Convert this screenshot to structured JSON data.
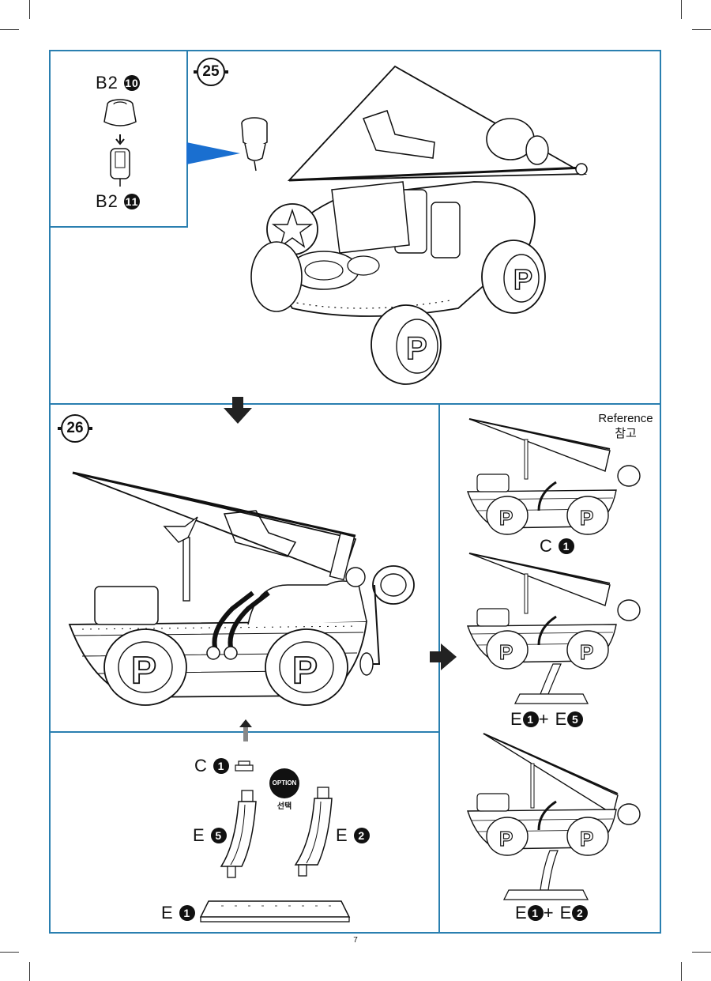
{
  "page_number": "7",
  "steps": {
    "s25": {
      "number": "25",
      "detail_top_label": "B2",
      "detail_top_num": "10",
      "detail_bottom_label": "B2",
      "detail_bottom_num": "11"
    },
    "s26": {
      "number": "26"
    }
  },
  "reference": {
    "title": "Reference",
    "subtitle": "참고"
  },
  "variants": [
    {
      "part": "C",
      "num": "1"
    },
    {
      "part1": "E",
      "num1": "1",
      "plus": "+",
      "part2": "E",
      "num2": "5"
    },
    {
      "part1": "E",
      "num1": "1",
      "plus": "+",
      "part2": "E",
      "num2": "2"
    }
  ],
  "parts": {
    "c1": {
      "part": "C",
      "num": "1"
    },
    "e5": {
      "part": "E",
      "num": "5"
    },
    "e2": {
      "part": "E",
      "num": "2"
    },
    "e1": {
      "part": "E",
      "num": "1"
    }
  },
  "option": {
    "label": "OPTION",
    "sub": "선택"
  },
  "colors": {
    "frame": "#2a7fb0",
    "arrow_blue": "#1a6fd0",
    "ink": "#111111"
  }
}
